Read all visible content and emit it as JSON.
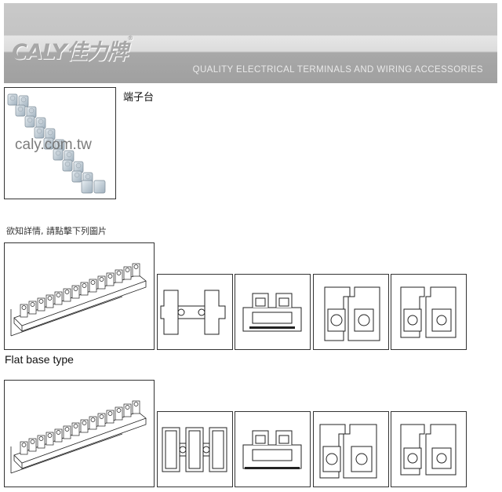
{
  "header": {
    "logo_text": "CALY佳力牌",
    "logo_mark": "®",
    "tagline": "QUALITY ELECTRICAL TERMINALS AND WIRING ACCESSORIES"
  },
  "product": {
    "name": "端子台",
    "photo_watermark": "caly.com.tw"
  },
  "instructions": "欲知詳情, 請點擊下列圖片",
  "sections": [
    {
      "label": ""
    },
    {
      "label": "Flat base type"
    }
  ]
}
